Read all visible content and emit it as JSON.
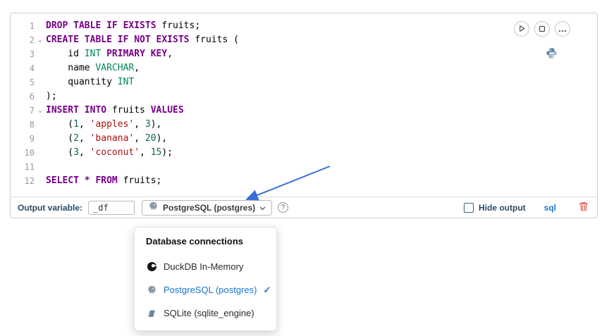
{
  "colors": {
    "accent": "#1976d2",
    "keyword": "#770088",
    "type": "#008855",
    "string": "#aa1111",
    "number": "#116644",
    "footer_label": "#274a66",
    "danger": "#e4604e"
  },
  "cell": {
    "actions": [
      {
        "icon": "run-icon"
      },
      {
        "icon": "interrupt-icon"
      },
      {
        "icon": "more-actions-icon"
      }
    ],
    "kernel_icon": "python-icon",
    "code": {
      "language": "sql",
      "lines": [
        {
          "num": 1,
          "fold": false,
          "tokens": [
            [
              "kw",
              "DROP TABLE IF EXISTS"
            ],
            [
              "pln",
              " fruits;"
            ]
          ]
        },
        {
          "num": 2,
          "fold": true,
          "tokens": [
            [
              "kw",
              "CREATE TABLE IF NOT EXISTS"
            ],
            [
              "pln",
              " fruits ("
            ]
          ]
        },
        {
          "num": 3,
          "fold": false,
          "tokens": [
            [
              "pln",
              "    id "
            ],
            [
              "typ",
              "INT"
            ],
            [
              "pln",
              " "
            ],
            [
              "kw",
              "PRIMARY KEY"
            ],
            [
              "pln",
              ","
            ]
          ]
        },
        {
          "num": 4,
          "fold": false,
          "tokens": [
            [
              "pln",
              "    name "
            ],
            [
              "typ",
              "VARCHAR"
            ],
            [
              "pln",
              ","
            ]
          ]
        },
        {
          "num": 5,
          "fold": false,
          "tokens": [
            [
              "pln",
              "    quantity "
            ],
            [
              "typ",
              "INT"
            ]
          ]
        },
        {
          "num": 6,
          "fold": false,
          "tokens": [
            [
              "pln",
              ");"
            ]
          ]
        },
        {
          "num": 7,
          "fold": true,
          "tokens": [
            [
              "kw",
              "INSERT INTO"
            ],
            [
              "pln",
              " fruits "
            ],
            [
              "kw",
              "VALUES"
            ]
          ]
        },
        {
          "num": 8,
          "fold": false,
          "tokens": [
            [
              "pln",
              "    ("
            ],
            [
              "num",
              "1"
            ],
            [
              "pln",
              ", "
            ],
            [
              "str",
              "'apples'"
            ],
            [
              "pln",
              ", "
            ],
            [
              "num",
              "3"
            ],
            [
              "pln",
              "),"
            ]
          ]
        },
        {
          "num": 9,
          "fold": false,
          "tokens": [
            [
              "pln",
              "    ("
            ],
            [
              "num",
              "2"
            ],
            [
              "pln",
              ", "
            ],
            [
              "str",
              "'banana'"
            ],
            [
              "pln",
              ", "
            ],
            [
              "num",
              "20"
            ],
            [
              "pln",
              "),"
            ]
          ]
        },
        {
          "num": 10,
          "fold": false,
          "tokens": [
            [
              "pln",
              "    ("
            ],
            [
              "num",
              "3"
            ],
            [
              "pln",
              ", "
            ],
            [
              "str",
              "'coconut'"
            ],
            [
              "pln",
              ", "
            ],
            [
              "num",
              "15"
            ],
            [
              "pln",
              ");"
            ]
          ]
        },
        {
          "num": 11,
          "fold": false,
          "tokens": []
        },
        {
          "num": 12,
          "fold": false,
          "tokens": [
            [
              "kw",
              "SELECT"
            ],
            [
              "pln",
              " "
            ],
            [
              "kw",
              "*"
            ],
            [
              "pln",
              " "
            ],
            [
              "kw",
              "FROM"
            ],
            [
              "pln",
              " fruits;"
            ]
          ]
        }
      ]
    },
    "footer": {
      "output_variable_label": "Output variable:",
      "output_variable_value": "_df",
      "connection": {
        "icon": "postgresql-icon",
        "label": "PostgreSQL (postgres)"
      },
      "help_icon": "?",
      "hide_output_label": "Hide output",
      "hide_output_checked": false,
      "language_badge": "sql"
    }
  },
  "connections_menu": {
    "title": "Database connections",
    "checkmark": "✓",
    "items": [
      {
        "icon": "duckdb-icon",
        "label": "DuckDB In-Memory",
        "selected": false
      },
      {
        "icon": "postgresql-icon",
        "label": "PostgreSQL (postgres)",
        "selected": true
      },
      {
        "icon": "sqlite-icon",
        "label": "SQLite (sqlite_engine)",
        "selected": false
      }
    ]
  }
}
